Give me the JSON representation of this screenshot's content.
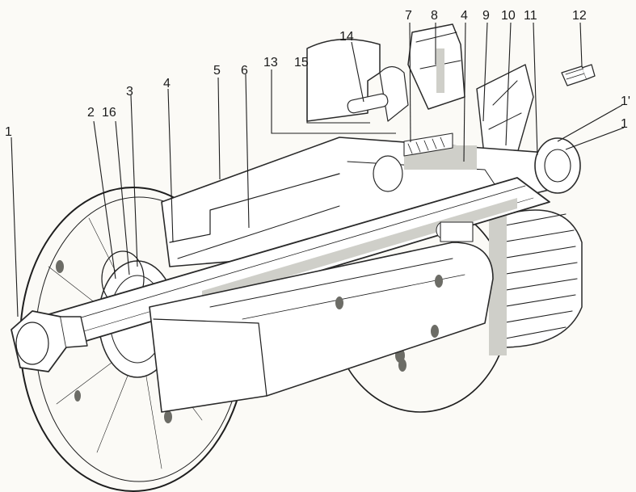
{
  "diagram": {
    "subject": "Cutaway view of a gear/pulley shaft assembly with numbered part callouts",
    "colors": {
      "ink": "#1e1e1e",
      "paper": "#fbfaf6",
      "shade": "#cfcfc9"
    },
    "callouts": [
      {
        "id": "c1a",
        "text": "1"
      },
      {
        "id": "c2",
        "text": "2"
      },
      {
        "id": "c16",
        "text": "16"
      },
      {
        "id": "c3",
        "text": "3"
      },
      {
        "id": "c4a",
        "text": "4"
      },
      {
        "id": "c5",
        "text": "5"
      },
      {
        "id": "c6",
        "text": "6"
      },
      {
        "id": "c13",
        "text": "13"
      },
      {
        "id": "c15",
        "text": "15"
      },
      {
        "id": "c14",
        "text": "14"
      },
      {
        "id": "c7",
        "text": "7"
      },
      {
        "id": "c8",
        "text": "8"
      },
      {
        "id": "c4b",
        "text": "4"
      },
      {
        "id": "c9",
        "text": "9"
      },
      {
        "id": "c10",
        "text": "10"
      },
      {
        "id": "c11",
        "text": "11"
      },
      {
        "id": "c12",
        "text": "12"
      },
      {
        "id": "c17",
        "text": "1'"
      },
      {
        "id": "c1b",
        "text": "1"
      }
    ]
  }
}
